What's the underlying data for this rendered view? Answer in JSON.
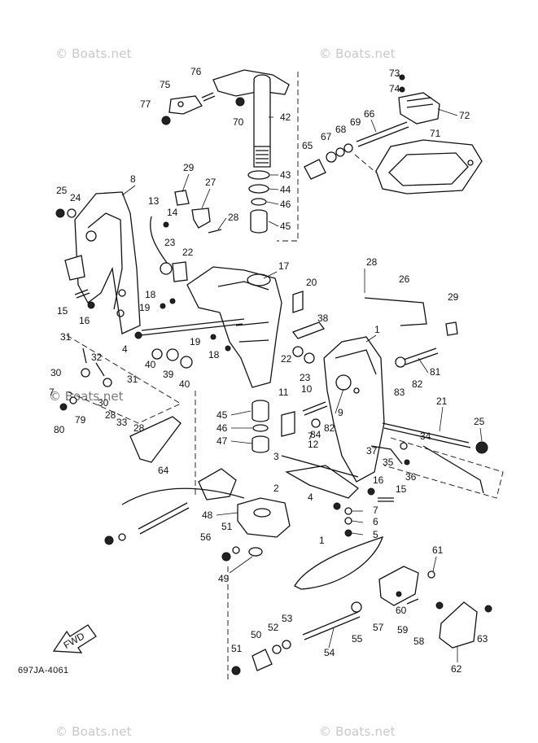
{
  "watermarks": {
    "top_left": "© Boats.net",
    "top_right": "© Boats.net",
    "middle": "© Boats.net",
    "bottom_left": "© Boats.net",
    "bottom_right": "© Boats.net"
  },
  "diagram_code": "697JA-4061",
  "fwd_label": "FWD",
  "callouts": {
    "n1a": "1",
    "n1b": "1",
    "n2": "2",
    "n3": "3",
    "n4a": "4",
    "n4b": "4",
    "n5": "5",
    "n6": "6",
    "n7a": "7",
    "n7b": "7",
    "n8": "8",
    "n9": "9",
    "n10": "10",
    "n11": "11",
    "n12": "12",
    "n13": "13",
    "n14": "14",
    "n15a": "15",
    "n15b": "15",
    "n16a": "16",
    "n16b": "16",
    "n17": "17",
    "n18a": "18",
    "n18b": "18",
    "n19a": "19",
    "n19b": "19",
    "n20": "20",
    "n21": "21",
    "n22a": "22",
    "n22b": "22",
    "n23a": "23",
    "n23b": "23",
    "n24": "24",
    "n25a": "25",
    "n25b": "25",
    "n26": "26",
    "n27": "27",
    "n28a": "28",
    "n28b": "28",
    "n28c": "28",
    "n28d": "28",
    "n29a": "29",
    "n29b": "29",
    "n30a": "30",
    "n30b": "30",
    "n31a": "31",
    "n31b": "31",
    "n32": "32",
    "n33": "33",
    "n34": "34",
    "n35": "35",
    "n36": "36",
    "n37": "37",
    "n38": "38",
    "n39": "39",
    "n40a": "40",
    "n40b": "40",
    "n42": "42",
    "n43": "43",
    "n44": "44",
    "n45a": "45",
    "n45b": "45",
    "n46a": "46",
    "n46b": "46",
    "n47": "47",
    "n48": "48",
    "n49": "49",
    "n50": "50",
    "n51a": "51",
    "n51b": "51",
    "n52": "52",
    "n53": "53",
    "n54": "54",
    "n55": "55",
    "n56": "56",
    "n57": "57",
    "n58": "58",
    "n59": "59",
    "n60": "60",
    "n61": "61",
    "n62": "62",
    "n63": "63",
    "n64": "64",
    "n65": "65",
    "n66": "66",
    "n67": "67",
    "n68": "68",
    "n69": "69",
    "n70": "70",
    "n71": "71",
    "n72": "72",
    "n73": "73",
    "n74": "74",
    "n75": "75",
    "n76": "76",
    "n77": "77",
    "n79": "79",
    "n80": "80",
    "n81": "81",
    "n82a": "82",
    "n82b": "82",
    "n83": "83",
    "n84": "84"
  }
}
